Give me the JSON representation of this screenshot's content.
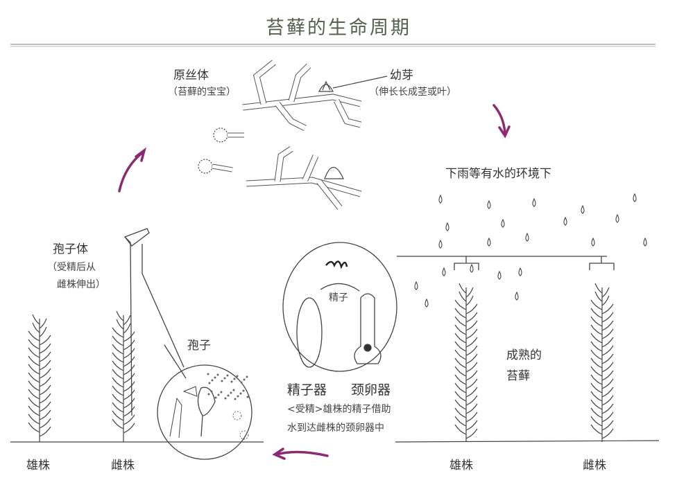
{
  "title": "苔藓的生命周期",
  "labels": {
    "protonema": "原丝体",
    "protonema_note": "（苔藓的宝宝）",
    "bud": "幼芽",
    "bud_note": "（伸长长成茎或叶）",
    "rain": "下雨等有水的环境下",
    "sporophyte": "孢子体",
    "sporophyte_note_1": "（受精后从",
    "sporophyte_note_2": "雌株伸出）",
    "spore": "孢子",
    "sperm": "精子",
    "antheridium": "精子器",
    "archegonium": "颈卵器",
    "fertilization_1": "<受精>雄株的精子借助",
    "fertilization_2": "水到达雌株的颈卵器中",
    "mature_1": "成熟的",
    "mature_2": "苔藓",
    "male_left": "雄株",
    "female_left": "雌株",
    "male_right": "雄株",
    "female_right": "雌株"
  },
  "colors": {
    "arrow": "#8b2a6f",
    "title": "#55604f",
    "line": "#444444"
  }
}
